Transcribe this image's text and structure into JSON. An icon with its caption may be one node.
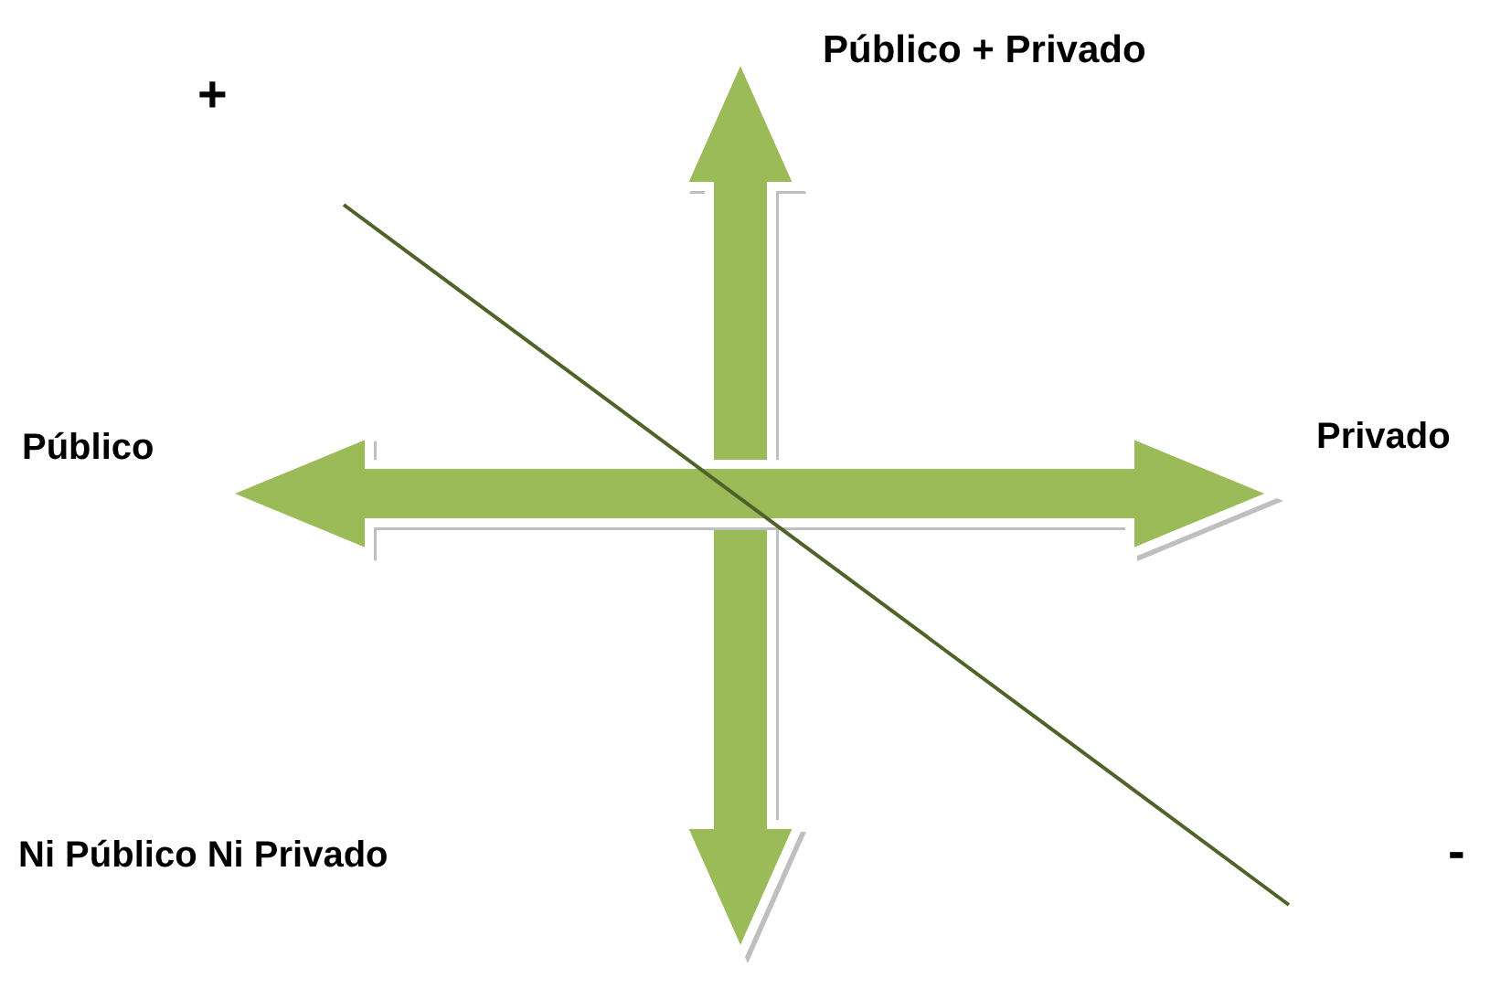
{
  "diagram": {
    "labels": [
      "+",
      "Público + Privado",
      "Público",
      "Privado",
      "Ni Público Ni Privado",
      "-"
    ]
  }
}
